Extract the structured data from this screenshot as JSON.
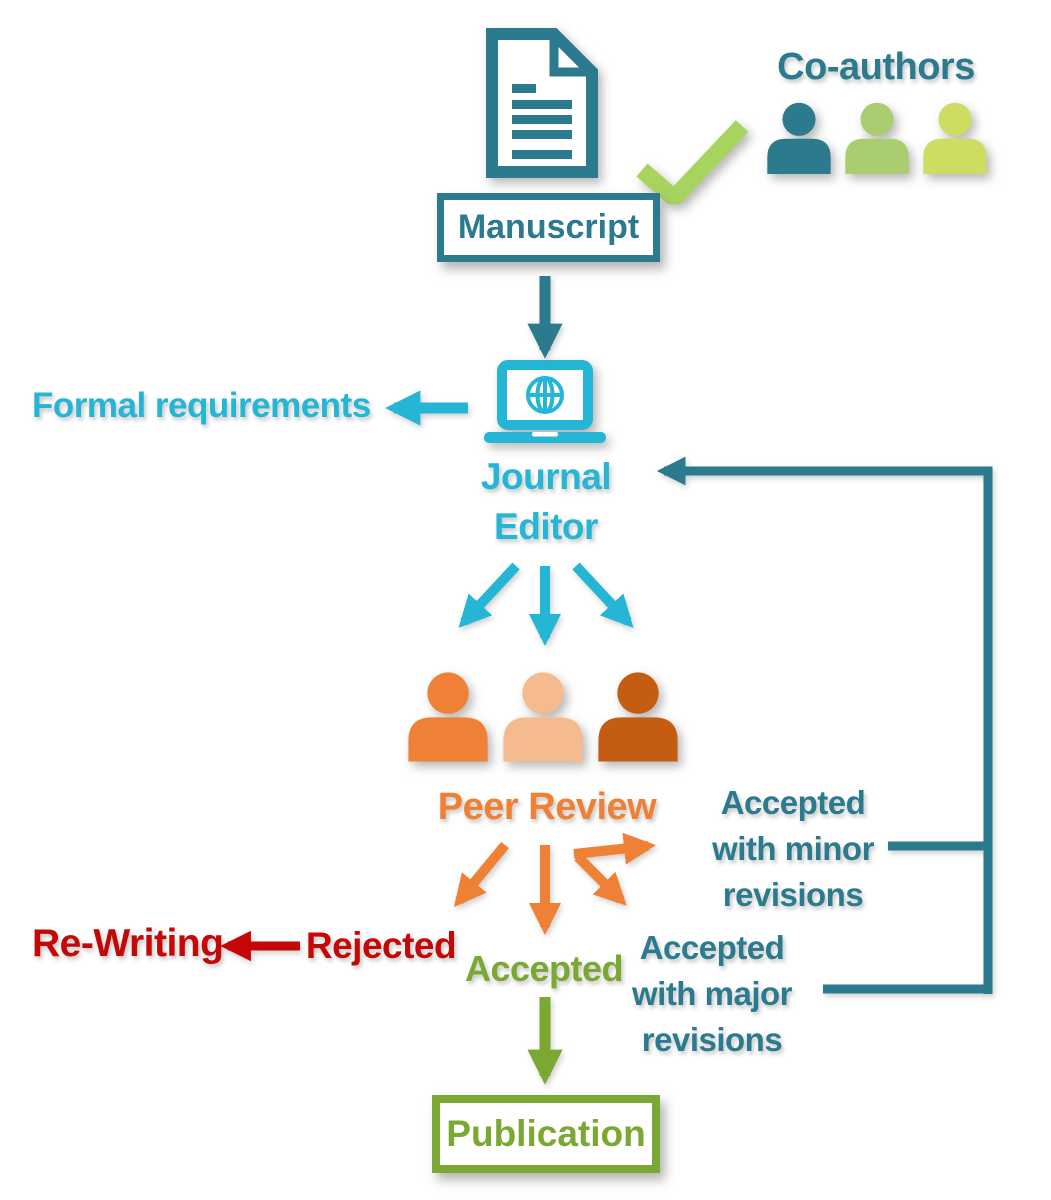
{
  "colors": {
    "teal": "#2b7a8e",
    "cyan": "#25b5d5",
    "orange": "#ee8135",
    "peach": "#f5bb8e",
    "dark_orange": "#c45c11",
    "green": "#7ba733",
    "light_green": "#a7d45f",
    "mid_green": "#a9cd6f",
    "yellow_green": "#cedd62",
    "red": "#c40808"
  },
  "labels": {
    "co_authors": "Co-authors",
    "manuscript": "Manuscript",
    "formal_requirements": "Formal requirements",
    "journal_editor": [
      "Journal",
      "Editor"
    ],
    "peer_review": "Peer Review",
    "rejected": "Rejected",
    "re_writing": "Re-Writing",
    "accepted": "Accepted",
    "accepted_minor": [
      "Accepted",
      "with minor",
      "revisions"
    ],
    "accepted_major": [
      "Accepted",
      "with major",
      "revisions"
    ],
    "publication": "Publication"
  },
  "icons": {
    "manuscript": "document-icon",
    "approval": "checkmark-icon",
    "co_authors": "three-person-icons",
    "journal_editor": "laptop-globe-icon",
    "peer_review": "three-person-icons"
  }
}
